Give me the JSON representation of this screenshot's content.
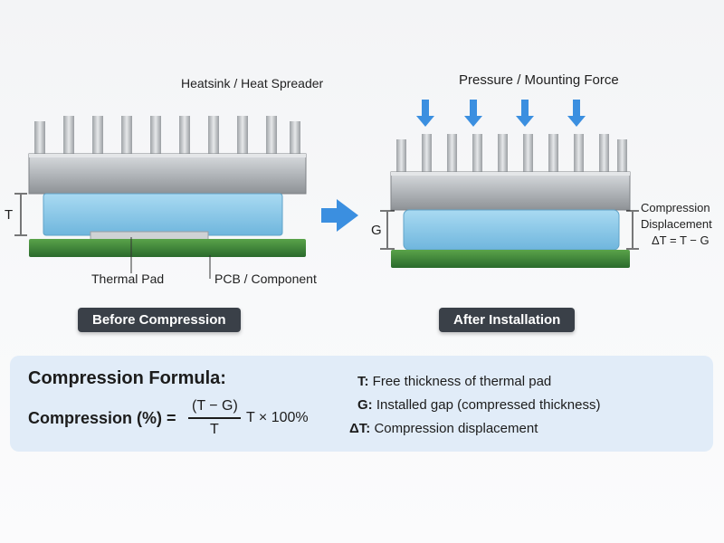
{
  "before": {
    "heatsink_label": "Heatsink / Heat Spreader",
    "thickness_label": "T",
    "thermal_pad_label": "Thermal Pad",
    "pcb_label": "PCB / Component",
    "caption": "Before Compression"
  },
  "after": {
    "pressure_label": "Pressure / Mounting Force",
    "gap_label": "G",
    "compression_label_1": "Compression",
    "compression_label_2": "Displacement",
    "compression_label_3": "ΔT = T − G",
    "caption": "After Installation"
  },
  "formula": {
    "title": "Compression Formula:",
    "lhs": "Compression (%) =",
    "numerator": "(T − G)",
    "denominator": "T",
    "tail": "T × 100%",
    "definitions": [
      {
        "symbol": "T:",
        "text": "Free thickness of thermal pad"
      },
      {
        "symbol": "G:",
        "text": "Installed gap (compressed thickness)"
      },
      {
        "symbol": "ΔT:",
        "text": "Compression displacement"
      }
    ]
  },
  "colors": {
    "heatsink": "#b7bbbf",
    "pad": "#8ccaea",
    "pcb": "#3c8a3a",
    "arrow": "#3b8fe0",
    "caption_bg": "#3a4048",
    "formula_bg": "#e1ecf8"
  }
}
